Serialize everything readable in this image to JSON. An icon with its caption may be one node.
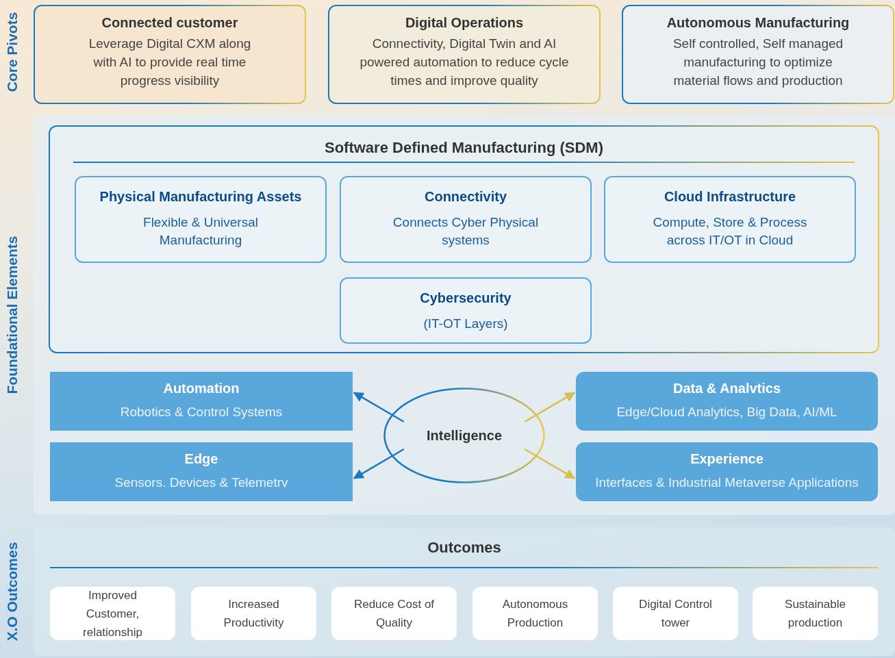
{
  "diagram": {
    "nodes": [
      {
        "text": [
          "Connected customer",
          "Leverage Digital CXM along with AI to provide real time progress visibility"
        ]
      },
      {
        "text": [
          "Digital Operations",
          "Connectivity, Digital Twin and AI powered automation to reduce cycle times and improve quality"
        ]
      },
      {
        "text": [
          "Autonomous Manufacturing",
          "Self controlled, Self managed manufacturing to optimize material flows and production"
        ]
      },
      {
        "text": [],
        "shape": "box"
      },
      {
        "text": [
          "Software Defined Manufacturing (SDM)"
        ],
        "in": 3
      },
      {
        "text": [
          "Physical Manufacturing Assets",
          "Flexible & Universal Manufacturing"
        ],
        "in": 4
      },
      {
        "text": [
          "Connectivity",
          "Connects Cyber Physical systems"
        ],
        "in": 4
      },
      {
        "text": [
          "Cloud Infrastructure",
          "Compute, Store & Process across IT/OT in Cloud"
        ],
        "in": 4
      },
      {
        "text": [
          "Cybersecurity",
          "(IT-OT Layers)"
        ],
        "in": 4
      },
      {
        "text": [
          "Automation",
          "Robotics & Control Systems"
        ],
        "in": 3
      },
      {
        "text": [
          "Edge",
          "Sensors. Devices & Telemetrv"
        ],
        "in": 3
      },
      {
        "text": [
          "Intelligence"
        ],
        "in": 3
      },
      {
        "text": [
          "Data & Analvtics",
          "Edge/Cloud Analytics, Big Data, AI/ML"
        ],
        "in": 3
      },
      {
        "text": [
          "Experience",
          "Interfaces & Industrial Metaverse Applications"
        ],
        "in": 3
      },
      {
        "text": [
          "Outcomes"
        ]
      },
      {
        "text": [
          "Improved Customer, relationship"
        ],
        "in": 14
      },
      {
        "text": [
          "Increased Productivity"
        ],
        "in": 14
      },
      {
        "text": [
          "Reduce Cost of Quality"
        ],
        "in": 14
      },
      {
        "text": [
          "Autonomous Production"
        ],
        "in": 14
      },
      {
        "text": [
          "Digital Control tower"
        ],
        "in": 14
      },
      {
        "text": [
          "Sustainable production"
        ],
        "in": 14
      }
    ],
    "edges": [
      {
        "from": 11,
        "to": 9,
        "arrow": "to"
      },
      {
        "from": 11,
        "to": 10,
        "arrow": "to"
      },
      {
        "from": 11,
        "to": 12,
        "arrow": "to",
        "color": "#d8bf52"
      },
      {
        "from": 11,
        "to": 13,
        "arrow": "to",
        "color": "#d8bf52"
      }
    ],
    "labels": [
      "Core Pivots",
      "Foundational Elements",
      "X.O Outcomes"
    ]
  }
}
